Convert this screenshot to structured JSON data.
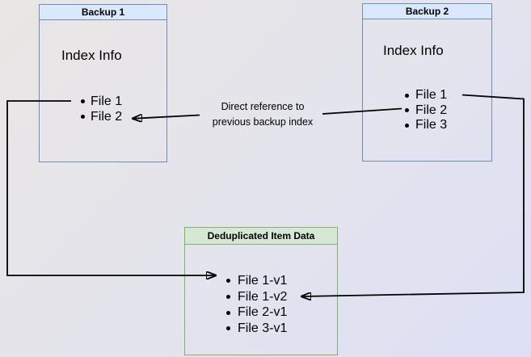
{
  "diagram": {
    "background_from": "#e9e6e4",
    "background_to": "#dde0f5",
    "line_color": "#000000"
  },
  "colors": {
    "blue_fill": "#dae8fc",
    "blue_border": "#6c8ebf",
    "green_fill": "#d5e8d4",
    "green_border": "#82b366"
  },
  "backup1": {
    "title": "Backup 1",
    "subtitle": "Index Info",
    "files": [
      "File 1",
      "File 2"
    ]
  },
  "backup2": {
    "title": "Backup 2",
    "subtitle": "Index Info",
    "files": [
      "File 1",
      "File 2",
      "File 3"
    ]
  },
  "dedup": {
    "title": "Deduplicated Item Data",
    "items": [
      "File 1-v1",
      "File 1-v2",
      "File 2-v1",
      "File 3-v1"
    ]
  },
  "annotation": {
    "line1": "Direct reference to",
    "line2": "previous backup index"
  }
}
